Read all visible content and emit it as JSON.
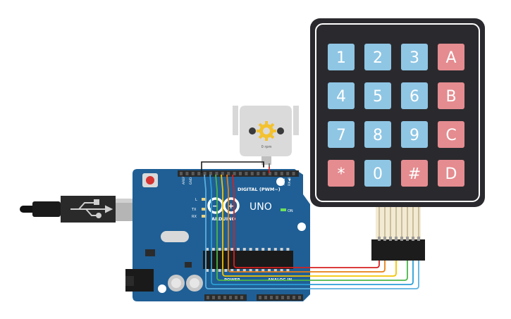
{
  "keypad": {
    "keys": [
      {
        "label": "1",
        "type": "num"
      },
      {
        "label": "2",
        "type": "num"
      },
      {
        "label": "3",
        "type": "num"
      },
      {
        "label": "A",
        "type": "fn"
      },
      {
        "label": "4",
        "type": "num"
      },
      {
        "label": "5",
        "type": "num"
      },
      {
        "label": "6",
        "type": "num"
      },
      {
        "label": "B",
        "type": "fn"
      },
      {
        "label": "7",
        "type": "num"
      },
      {
        "label": "8",
        "type": "num"
      },
      {
        "label": "9",
        "type": "num"
      },
      {
        "label": "C",
        "type": "fn"
      },
      {
        "label": "*",
        "type": "fn"
      },
      {
        "label": "0",
        "type": "num"
      },
      {
        "label": "#",
        "type": "fn"
      },
      {
        "label": "D",
        "type": "fn"
      }
    ],
    "colors": {
      "num": "#8fc6e4",
      "fn": "#e58c90",
      "body": "#2a2a2e",
      "frame": "#ffffff"
    }
  },
  "motor": {
    "readout": "0 rpm"
  },
  "arduino": {
    "model": "UNO",
    "brand": "ARDUINO",
    "digital_header": "DIGITAL (PWM~)",
    "power_label": "POWER",
    "analog_label": "ANALOG IN",
    "on_label": "ON",
    "l_label": "L",
    "tx_label": "TX",
    "rx_label": "RX",
    "aref_label": "AREF",
    "gnd_label": "GND",
    "tx_pin": "TX▸1",
    "rx_pin": "RX◀0",
    "colors": {
      "board": "#1f5f95",
      "header": "#2b2b2b"
    }
  },
  "wires": {
    "colors": [
      "#d62020",
      "#e87f14",
      "#f2c400",
      "#4bb74a",
      "#2a9fd6",
      "#5ab0e0"
    ]
  }
}
